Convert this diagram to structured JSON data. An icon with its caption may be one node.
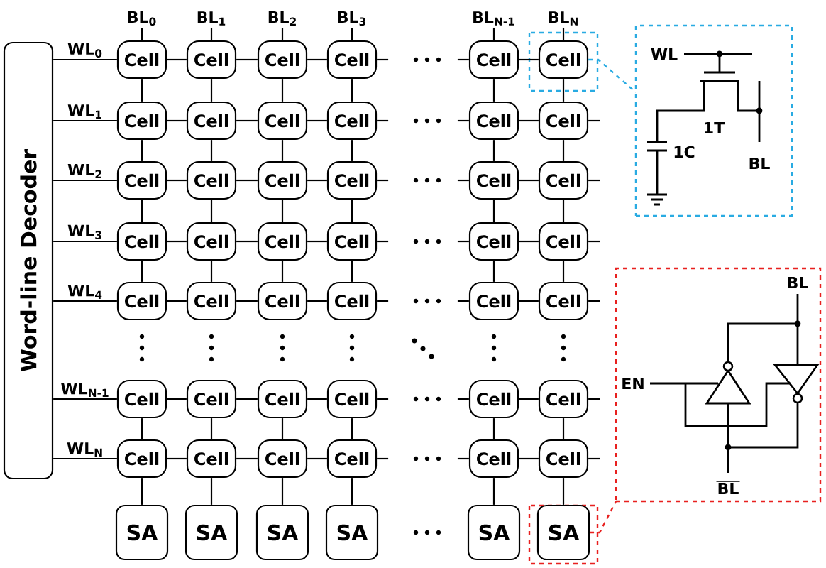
{
  "diagram": {
    "nodes": [
      {
        "text": [
          "Word-line Decoder"
        ]
      },
      {
        "text": [
          "BL$_{0}$"
        ]
      },
      {
        "text": [
          "BL$_{1}$"
        ]
      },
      {
        "text": [
          "BL$_{2}$"
        ]
      },
      {
        "text": [
          "BL$_{3}$"
        ]
      },
      {
        "text": [
          "BL$_{N-1}$"
        ]
      },
      {
        "text": [
          "BL$_{N}$"
        ]
      },
      {
        "text": [
          "Cell"
        ]
      },
      {
        "text": [
          "Cell"
        ]
      },
      {
        "text": [
          "Cell"
        ]
      },
      {
        "text": [
          "Cell"
        ]
      },
      {
        "text": [
          "Cell"
        ]
      },
      {
        "text": [
          "Cell"
        ]
      },
      {
        "text": [
          "Cell"
        ]
      },
      {
        "text": [
          "Cell"
        ]
      },
      {
        "text": [
          "Cell"
        ]
      },
      {
        "text": [
          "Cell"
        ]
      },
      {
        "text": [
          "Cell"
        ]
      },
      {
        "text": [
          "Cell"
        ]
      },
      {
        "text": [
          "Cell"
        ]
      },
      {
        "text": [
          "Cell"
        ]
      },
      {
        "text": [
          "Cell"
        ]
      },
      {
        "text": [
          "Cell"
        ]
      },
      {
        "text": [
          "Cell"
        ]
      },
      {
        "text": [
          "Cell"
        ]
      },
      {
        "text": [
          "Cell"
        ]
      },
      {
        "text": [
          "Cell"
        ]
      },
      {
        "text": [
          "Cell"
        ]
      },
      {
        "text": [
          "Cell"
        ]
      },
      {
        "text": [
          "Cell"
        ]
      },
      {
        "text": [
          "Cell"
        ]
      },
      {
        "text": [
          "Cell"
        ]
      },
      {
        "text": [
          "Cell"
        ]
      },
      {
        "text": [
          "Cell"
        ]
      },
      {
        "text": [
          "Cell"
        ]
      },
      {
        "text": [
          "Cell"
        ]
      },
      {
        "text": [
          "Cell"
        ]
      },
      {
        "text": [
          "Cell"
        ]
      },
      {
        "text": [
          "Cell"
        ]
      },
      {
        "text": [
          "Cell"
        ]
      },
      {
        "text": [
          "Cell"
        ]
      },
      {
        "text": [
          "Cell"
        ]
      },
      {
        "text": [
          "Cell"
        ]
      },
      {
        "text": [
          "Cell"
        ]
      },
      {
        "text": [
          "Cell"
        ]
      },
      {
        "text": [
          "Cell"
        ]
      },
      {
        "text": [
          "Cell"
        ]
      },
      {
        "text": [
          "Cell"
        ]
      },
      {
        "text": [
          "Cell"
        ]
      },
      {
        "text": [
          "SA"
        ]
      },
      {
        "text": [
          "SA"
        ]
      },
      {
        "text": [
          "SA"
        ]
      },
      {
        "text": [
          "SA"
        ]
      },
      {
        "text": [
          "SA"
        ]
      },
      {
        "text": [
          "SA"
        ]
      },
      {
        "text": [
          "WL",
          "1T",
          "1C",
          "BL"
        ]
      },
      {
        "text": [
          "BL",
          "EN",
          "BL"
        ]
      }
    ],
    "edges": [
      {
        "from": 0,
        "to": 7,
        "arrow": "none",
        "label": "WL$_{0}$"
      },
      {
        "from": 0,
        "to": 13,
        "arrow": "none",
        "label": "WL$_{1}$"
      },
      {
        "from": 0,
        "to": 19,
        "arrow": "none",
        "label": "WL$_{2}$"
      },
      {
        "from": 0,
        "to": 25,
        "arrow": "none",
        "label": "WL$_{3}$"
      },
      {
        "from": 0,
        "to": 31,
        "arrow": "none",
        "label": "WL$_{4}$"
      },
      {
        "from": 0,
        "to": 37,
        "arrow": "none",
        "label": "WL$_{N-1}$"
      },
      {
        "from": 0,
        "to": 43,
        "arrow": "none",
        "label": "WL$_{N}$"
      },
      {
        "from": 1,
        "to": 7,
        "arrow": "none"
      },
      {
        "from": 2,
        "to": 8,
        "arrow": "none"
      },
      {
        "from": 3,
        "to": 9,
        "arrow": "none"
      },
      {
        "from": 4,
        "to": 10,
        "arrow": "none"
      },
      {
        "from": 5,
        "to": 11,
        "arrow": "none"
      },
      {
        "from": 6,
        "to": 12,
        "arrow": "none"
      },
      {
        "from": 7,
        "to": 8,
        "arrow": "none"
      },
      {
        "from": 8,
        "to": 9,
        "arrow": "none"
      },
      {
        "from": 9,
        "to": 10,
        "arrow": "none"
      },
      {
        "from": 11,
        "to": 12,
        "arrow": "none"
      },
      {
        "from": 10,
        "to": null,
        "arrow": "none"
      },
      {
        "from": null,
        "to": 11,
        "arrow": "none"
      },
      {
        "from": 13,
        "to": 14,
        "arrow": "none"
      },
      {
        "from": 14,
        "to": 15,
        "arrow": "none"
      },
      {
        "from": 15,
        "to": 16,
        "arrow": "none"
      },
      {
        "from": 17,
        "to": 18,
        "arrow": "none"
      },
      {
        "from": 16,
        "to": null,
        "arrow": "none"
      },
      {
        "from": null,
        "to": 17,
        "arrow": "none"
      },
      {
        "from": 18,
        "to": null,
        "arrow": "none"
      },
      {
        "from": 19,
        "to": 20,
        "arrow": "none"
      },
      {
        "from": 20,
        "to": 21,
        "arrow": "none"
      },
      {
        "from": 21,
        "to": 22,
        "arrow": "none"
      },
      {
        "from": 23,
        "to": 24,
        "arrow": "none"
      },
      {
        "from": 22,
        "to": null,
        "arrow": "none"
      },
      {
        "from": null,
        "to": 23,
        "arrow": "none"
      },
      {
        "from": 24,
        "to": null,
        "arrow": "none"
      },
      {
        "from": 25,
        "to": 26,
        "arrow": "none"
      },
      {
        "from": 26,
        "to": 27,
        "arrow": "none"
      },
      {
        "from": 27,
        "to": 28,
        "arrow": "none"
      },
      {
        "from": 29,
        "to": 30,
        "arrow": "none"
      },
      {
        "from": 28,
        "to": null,
        "arrow": "none"
      },
      {
        "from": null,
        "to": 29,
        "arrow": "none"
      },
      {
        "from": 30,
        "to": null,
        "arrow": "none"
      },
      {
        "from": 31,
        "to": 32,
        "arrow": "none"
      },
      {
        "from": 32,
        "to": 33,
        "arrow": "none"
      },
      {
        "from": 33,
        "to": 34,
        "arrow": "none"
      },
      {
        "from": 35,
        "to": 36,
        "arrow": "none"
      },
      {
        "from": 34,
        "to": null,
        "arrow": "none"
      },
      {
        "from": null,
        "to": 35,
        "arrow": "none"
      },
      {
        "from": 36,
        "to": null,
        "arrow": "none"
      },
      {
        "from": 37,
        "to": 38,
        "arrow": "none"
      },
      {
        "from": 38,
        "to": 39,
        "arrow": "none"
      },
      {
        "from": 39,
        "to": 40,
        "arrow": "none"
      },
      {
        "from": 41,
        "to": 42,
        "arrow": "none"
      },
      {
        "from": 40,
        "to": null,
        "arrow": "none"
      },
      {
        "from": null,
        "to": 41,
        "arrow": "none"
      },
      {
        "from": 42,
        "to": null,
        "arrow": "none"
      },
      {
        "from": 43,
        "to": 44,
        "arrow": "none"
      },
      {
        "from": 44,
        "to": 45,
        "arrow": "none"
      },
      {
        "from": 45,
        "to": 46,
        "arrow": "none"
      },
      {
        "from": 47,
        "to": 48,
        "arrow": "none"
      },
      {
        "from": 46,
        "to": null,
        "arrow": "none"
      },
      {
        "from": null,
        "to": 47,
        "arrow": "none"
      },
      {
        "from": 48,
        "to": null,
        "arrow": "none"
      },
      {
        "from": 7,
        "to": 13,
        "arrow": "none"
      },
      {
        "from": 8,
        "to": 14,
        "arrow": "none"
      },
      {
        "from": 9,
        "to": 15,
        "arrow": "none"
      },
      {
        "from": 10,
        "to": 16,
        "arrow": "none"
      },
      {
        "from": 11,
        "to": 17,
        "arrow": "none"
      },
      {
        "from": 12,
        "to": 18,
        "arrow": "none"
      },
      {
        "from": 13,
        "to": 19,
        "arrow": "none"
      },
      {
        "from": 14,
        "to": 20,
        "arrow": "none"
      },
      {
        "from": 15,
        "to": 21,
        "arrow": "none"
      },
      {
        "from": 16,
        "to": 22,
        "arrow": "none"
      },
      {
        "from": 17,
        "to": 23,
        "arrow": "none"
      },
      {
        "from": 18,
        "to": 24,
        "arrow": "none"
      },
      {
        "from": 19,
        "to": 25,
        "arrow": "none"
      },
      {
        "from": 20,
        "to": 26,
        "arrow": "none"
      },
      {
        "from": 21,
        "to": 27,
        "arrow": "none"
      },
      {
        "from": 22,
        "to": 28,
        "arrow": "none"
      },
      {
        "from": 23,
        "to": 29,
        "arrow": "none"
      },
      {
        "from": 24,
        "to": 30,
        "arrow": "none"
      },
      {
        "from": 25,
        "to": 31,
        "arrow": "none"
      },
      {
        "from": 26,
        "to": 32,
        "arrow": "none"
      },
      {
        "from": 27,
        "to": 33,
        "arrow": "none"
      },
      {
        "from": 28,
        "to": 34,
        "arrow": "none"
      },
      {
        "from": 29,
        "to": 35,
        "arrow": "none"
      },
      {
        "from": 30,
        "to": 36,
        "arrow": "none"
      },
      {
        "from": 37,
        "to": 43,
        "arrow": "none"
      },
      {
        "from": 38,
        "to": 44,
        "arrow": "none"
      },
      {
        "from": 39,
        "to": 45,
        "arrow": "none"
      },
      {
        "from": 40,
        "to": 46,
        "arrow": "none"
      },
      {
        "from": 41,
        "to": 47,
        "arrow": "none"
      },
      {
        "from": 42,
        "to": 48,
        "arrow": "none"
      },
      {
        "from": 43,
        "to": 49,
        "arrow": "none"
      },
      {
        "from": 44,
        "to": 50,
        "arrow": "none"
      },
      {
        "from": 45,
        "to": 51,
        "arrow": "none"
      },
      {
        "from": 46,
        "to": 52,
        "arrow": "none"
      },
      {
        "from": 47,
        "to": 53,
        "arrow": "none"
      },
      {
        "from": 48,
        "to": 54,
        "arrow": "none"
      },
      {
        "from": 12,
        "to": 55,
        "arrow": "none",
        "style": "dashed",
        "color": "#29abe2"
      },
      {
        "from": 54,
        "to": 56,
        "arrow": "none",
        "style": "dashed",
        "color": "#e8201f"
      }
    ]
  }
}
